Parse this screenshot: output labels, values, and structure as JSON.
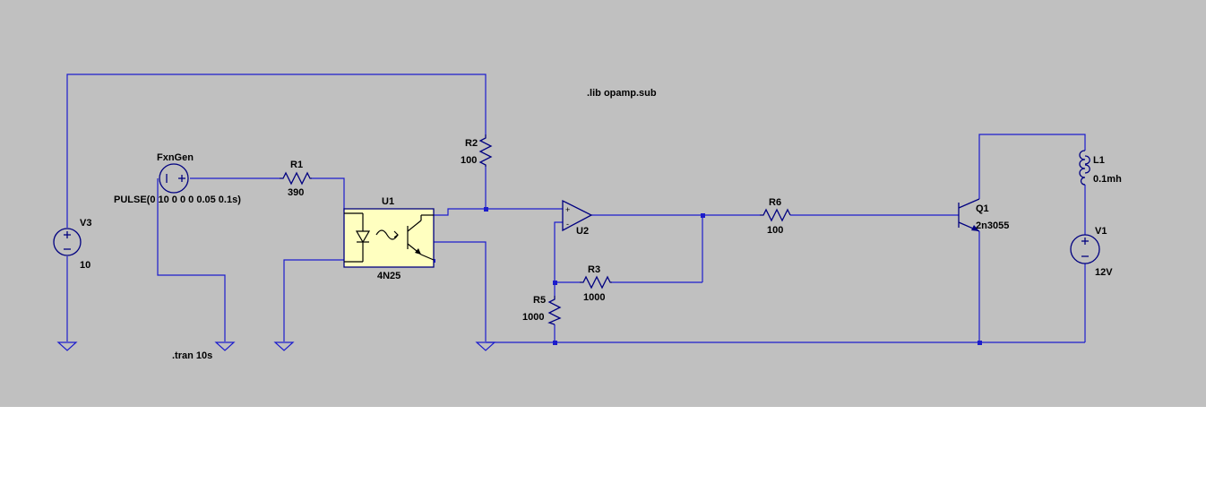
{
  "schematic": {
    "directive_lib": ".lib opamp.sub",
    "directive_tran": ".tran 10s",
    "components": {
      "V3": {
        "ref": "V3",
        "value": "10"
      },
      "FxnGen": {
        "ref": "FxnGen",
        "value": "PULSE(0 10 0 0 0 0.05 0.1s)"
      },
      "R1": {
        "ref": "R1",
        "value": "390"
      },
      "R2": {
        "ref": "R2",
        "value": "100"
      },
      "U1": {
        "ref": "U1",
        "value": "4N25"
      },
      "U2": {
        "ref": "U2"
      },
      "R3": {
        "ref": "R3",
        "value": "1000"
      },
      "R5": {
        "ref": "R5",
        "value": "1000"
      },
      "R6": {
        "ref": "R6",
        "value": "100"
      },
      "Q1": {
        "ref": "Q1",
        "value": "2n3055"
      },
      "L1": {
        "ref": "L1",
        "value": "0.1mh"
      },
      "V1": {
        "ref": "V1",
        "value": "12V"
      }
    },
    "colors": {
      "wire": "#1c1ccc",
      "background": "#c0c0c0",
      "optocoupler_fill": "#ffffc0"
    }
  }
}
